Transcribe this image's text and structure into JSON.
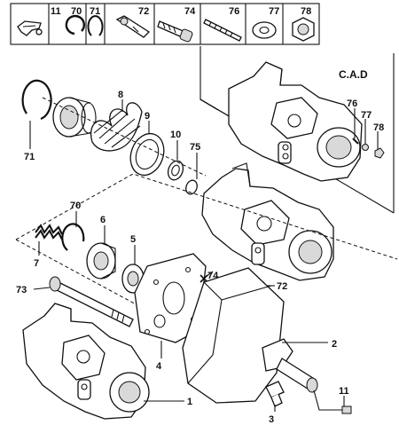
{
  "header_strip": {
    "cells": [
      {
        "label": "11",
        "icon": "clip-icon"
      },
      {
        "label": "70",
        "icon": "snap-ring-icon"
      },
      {
        "label": "71",
        "icon": "snap-ring-icon"
      },
      {
        "label": "72",
        "icon": "banjo-bolt-icon"
      },
      {
        "label": "74",
        "icon": "screw-icon"
      },
      {
        "label": "76",
        "icon": "stud-icon"
      },
      {
        "label": "77",
        "icon": "washer-icon"
      },
      {
        "label": "78",
        "icon": "nut-icon"
      }
    ]
  },
  "variant_label": "C.A.D",
  "callouts": {
    "c71a": "71",
    "c8": "8",
    "c9": "9",
    "c10": "10",
    "c75": "75",
    "c76": "76",
    "c77": "77",
    "c78": "78",
    "c70": "70",
    "c6": "6",
    "c5": "5",
    "c7": "7",
    "c73": "73",
    "c74": "74",
    "c72": "72",
    "c2": "2",
    "c4": "4",
    "c1": "1",
    "c3": "3",
    "c11": "11"
  }
}
